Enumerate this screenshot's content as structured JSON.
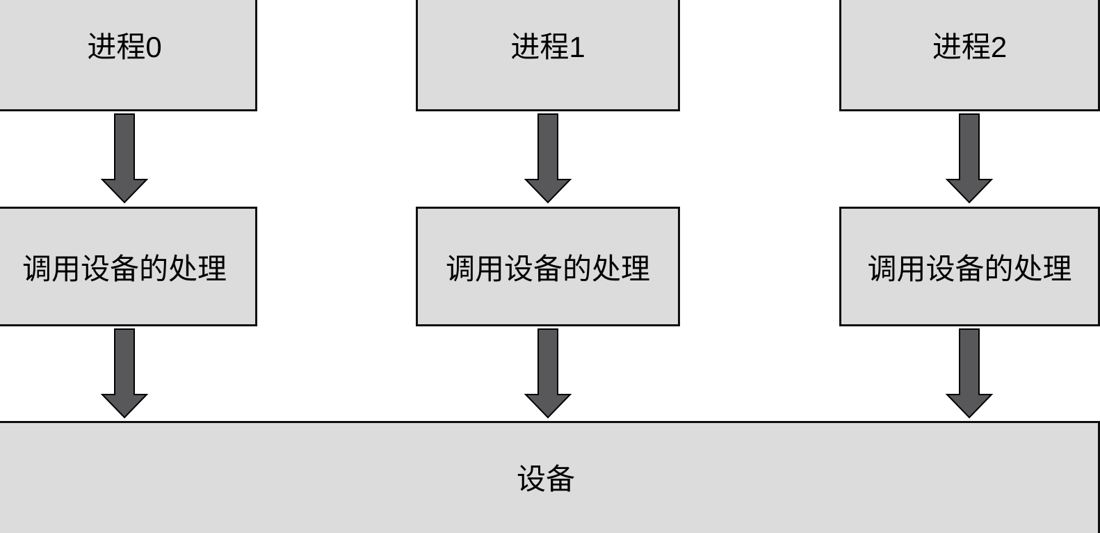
{
  "diagram": {
    "columns": [
      {
        "process_label": "进程0",
        "handler_label": "调用设备的处理"
      },
      {
        "process_label": "进程1",
        "handler_label": "调用设备的处理"
      },
      {
        "process_label": "进程2",
        "handler_label": "调用设备的处理"
      }
    ],
    "device": {
      "label": "设备"
    },
    "icons": {
      "down_arrow_icon": "↓"
    },
    "colors": {
      "box_fill": "#dcdcdc",
      "box_border": "#0f0f0f",
      "arrow_fill": "#58585a",
      "arrow_outline": "#000000",
      "background": "#ffffff",
      "text": "#000000"
    }
  }
}
